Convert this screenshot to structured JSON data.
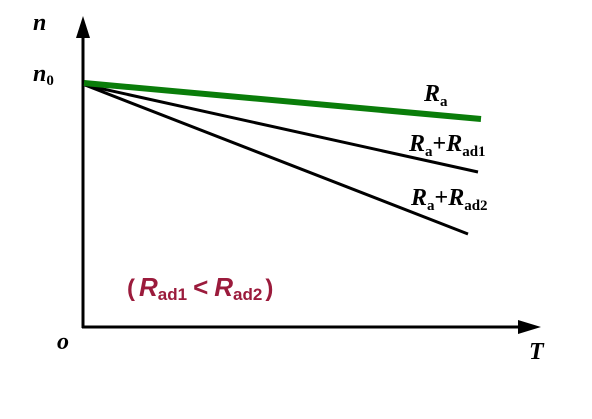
{
  "axes": {
    "y_label": "n",
    "x_label": "T",
    "origin_label": "o",
    "n0_main": "n",
    "n0_sub": "0"
  },
  "lines": [
    {
      "main": "R",
      "sub": "a",
      "color": "#0a7d0a"
    },
    {
      "main1": "R",
      "sub1": "a",
      "op": "+",
      "main2": "R",
      "sub2": "ad1",
      "color": "#000000"
    },
    {
      "main1": "R",
      "sub1": "a",
      "op": "+",
      "main2": "R",
      "sub2": "ad2",
      "color": "#000000"
    }
  ],
  "note": {
    "open": "(",
    "main1": "R",
    "sub1": "ad1",
    "op": "<",
    "main2": "R",
    "sub2": "ad2",
    "close": ")",
    "color": "#9b1b3c"
  }
}
